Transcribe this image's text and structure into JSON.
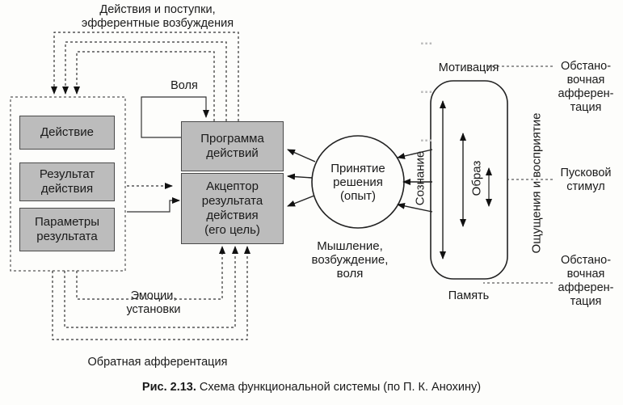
{
  "ghost_heading": {
    "line1": "...",
    "line2": "...",
    "line3": "..."
  },
  "labels": {
    "actions_top": [
      "Действия и поступки,",
      "эфферентные возбуждения"
    ],
    "will": "Воля",
    "emotions": [
      "Эмоции,",
      "установки"
    ],
    "feedback": "Обратная афферентация",
    "thinking": [
      "Мышление,",
      "возбуждение,",
      "воля"
    ],
    "motivation": "Мотивация",
    "memory": "Память",
    "consciousness": "Сознание",
    "image": "Образ",
    "perception": "Ощущения и восприятие",
    "situational_top": [
      "Обстано-",
      "вочная",
      "афферен-",
      "тация"
    ],
    "trigger": [
      "Пусковой",
      "стимул"
    ],
    "situational_bottom": [
      "Обстано-",
      "вочная",
      "афферен-",
      "тация"
    ]
  },
  "boxes": {
    "action": "Действие",
    "result": [
      "Результат",
      "действия"
    ],
    "params": [
      "Параметры",
      "результата"
    ],
    "program": [
      "Программа",
      "действий"
    ],
    "acceptor": [
      "Акцептор",
      "результата",
      "действия",
      "(его цель)"
    ]
  },
  "decision": [
    "Принятие",
    "решения",
    "(опыт)"
  ],
  "caption": {
    "prefix": "Рис. 2.13.",
    "text": " Схема функциональной системы (по П. К. Анохину)"
  }
}
